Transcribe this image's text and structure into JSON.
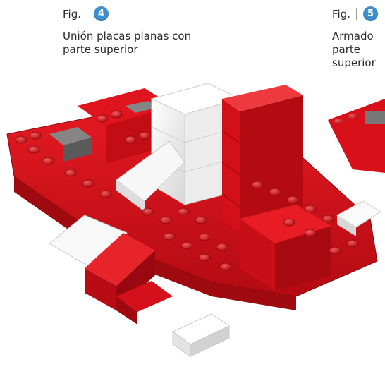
{
  "figures": [
    {
      "label": "Fig.",
      "number": "4",
      "caption_lines": [
        "Unión placas  planas con",
        "parte superior"
      ]
    },
    {
      "label": "Fig.",
      "number": "5",
      "caption_lines": [
        "Armado",
        "parte",
        "superior"
      ]
    }
  ],
  "illustration": {
    "subject": "red-and-white-brick-airplane",
    "colors": {
      "red": "#d8101a",
      "red_dark": "#a30810",
      "red_light": "#ee3a3f",
      "white": "#f4f4f4",
      "white_shade": "#d9d9d9",
      "gray": "#6b6b6b",
      "badge_blue": "#3d8fcf"
    }
  }
}
